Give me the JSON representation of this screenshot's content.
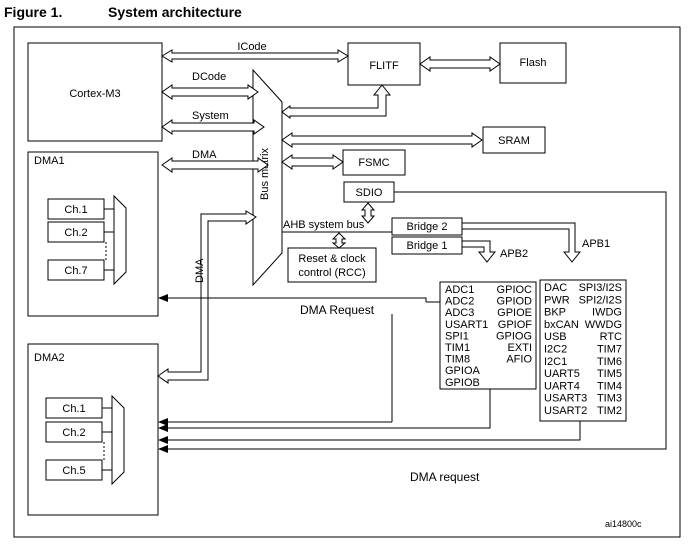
{
  "figure": {
    "number": "Figure 1.",
    "title": "System architecture"
  },
  "blocks": {
    "cortex": "Cortex-M3",
    "flitf": "FLITF",
    "flash": "Flash",
    "sram": "SRAM",
    "fsmc": "FSMC",
    "sdio": "SDIO",
    "bus_matrix": "Bus matrix",
    "ahb": "AHB system bus",
    "bridge2": "Bridge  2",
    "bridge1": "Bridge  1",
    "rcc_line1": "Reset & clock",
    "rcc_line2": "control (RCC)",
    "dma1": "DMA1",
    "dma2": "DMA2",
    "dma_vertical": "DMA"
  },
  "buses": {
    "icode": "ICode",
    "dcode": "DCode",
    "system": "System",
    "dma": "DMA",
    "apb2": "APB2",
    "apb1": "APB1"
  },
  "dma1_channels": [
    "Ch.1",
    "Ch.2",
    "Ch.7"
  ],
  "dma2_channels": [
    "Ch.1",
    "Ch.2",
    "Ch.5"
  ],
  "apb2_left": [
    "ADC1",
    "ADC2",
    "ADC3",
    "USART1",
    "SPI1",
    "TIM1",
    "TIM8",
    "GPIOA",
    "GPIOB"
  ],
  "apb2_right": [
    "GPIOC",
    "GPIOD",
    "GPIOE",
    "GPIOF",
    "GPIOG",
    "EXTI",
    "AFIO"
  ],
  "apb1_left": [
    "DAC",
    "PWR",
    "BKP",
    "bxCAN",
    "USB",
    "I2C2",
    "I2C1",
    "UART5",
    "UART4",
    "USART3",
    "USART2"
  ],
  "apb1_right": [
    "SPI3/I2S",
    "SPI2/I2S",
    "IWDG",
    "WWDG",
    "RTC",
    "TIM7",
    "TIM6",
    "TIM5",
    "TIM4",
    "TIM3",
    "TIM2"
  ],
  "requests": {
    "upper": "DMA Request",
    "lower": "DMA request"
  },
  "code": "ai14800c"
}
